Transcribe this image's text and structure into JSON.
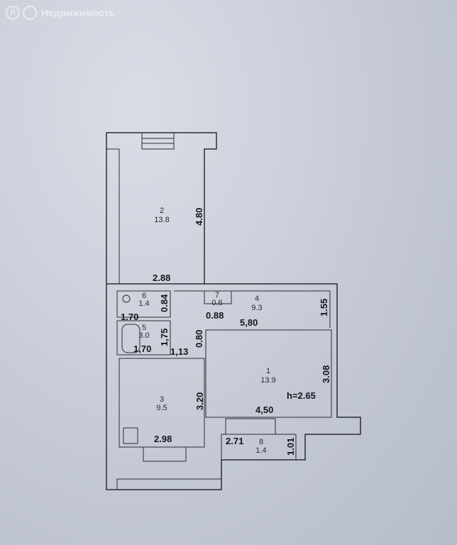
{
  "watermark": {
    "logo": "Я",
    "text": "Недвижимость"
  },
  "rooms": [
    {
      "number": "2",
      "area": "13.8"
    },
    {
      "number": "6",
      "area": "1.4"
    },
    {
      "number": "5",
      "area": "3.0"
    },
    {
      "number": "7",
      "area": "0.6"
    },
    {
      "number": "4",
      "area": "9.3"
    },
    {
      "number": "1",
      "area": "13.9"
    },
    {
      "number": "3",
      "area": "9.5"
    },
    {
      "number": "8",
      "area": "1.4"
    }
  ],
  "dimensions": [
    "4.80",
    "2.88",
    "0.84",
    "1.70",
    "0.88",
    "5,80",
    "1.55",
    "1,75",
    "1,70",
    "1,13",
    "0.80",
    "3.08",
    "3.20",
    "4,50",
    "2.98",
    "2.71",
    "1.01"
  ],
  "ceiling_height": "h=2.65"
}
